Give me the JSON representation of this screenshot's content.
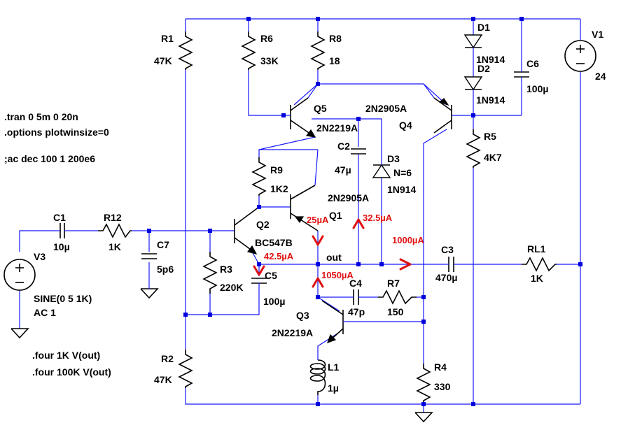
{
  "components": {
    "R1": {
      "name": "R1",
      "value": "47K"
    },
    "R2": {
      "name": "R2",
      "value": "47K"
    },
    "R3": {
      "name": "R3",
      "value": "220K"
    },
    "R4": {
      "name": "R4",
      "value": "330"
    },
    "R5": {
      "name": "R5",
      "value": "4K7"
    },
    "R6": {
      "name": "R6",
      "value": "33K"
    },
    "R7": {
      "name": "R7",
      "value": "150"
    },
    "R8": {
      "name": "R8",
      "value": "18"
    },
    "R9": {
      "name": "R9",
      "value": "1K2"
    },
    "R12": {
      "name": "R12",
      "value": "1K"
    },
    "RL1": {
      "name": "RL1",
      "value": "1K"
    },
    "C1": {
      "name": "C1",
      "value": "10µ"
    },
    "C2": {
      "name": "C2",
      "value": "47µ"
    },
    "C3": {
      "name": "C3",
      "value": "470µ"
    },
    "C4": {
      "name": "C4",
      "value": "47p"
    },
    "C5": {
      "name": "C5",
      "value": "100µ"
    },
    "C6": {
      "name": "C6",
      "value": "100µ"
    },
    "C7": {
      "name": "C7",
      "value": "5p6"
    },
    "L1": {
      "name": "L1",
      "value": "1µ"
    },
    "D1": {
      "name": "D1",
      "value": "1N914"
    },
    "D2": {
      "name": "D2",
      "value": "1N914"
    },
    "D3": {
      "name": "D3",
      "param": "N=6",
      "value": "1N914"
    },
    "Q1": {
      "name": "Q1",
      "value": "2N2905A"
    },
    "Q2": {
      "name": "Q2",
      "value": "BC547B"
    },
    "Q3": {
      "name": "Q3",
      "value": "2N2219A"
    },
    "Q4": {
      "name": "Q4",
      "value": "2N2905A"
    },
    "Q5": {
      "name": "Q5",
      "value": "2N2219A"
    },
    "V1": {
      "name": "V1",
      "value": "24"
    },
    "V3": {
      "name": "V3",
      "value": "SINE(0 5 1K)",
      "ac": "AC 1"
    }
  },
  "net_label": "out",
  "directives": {
    "tran": ".tran 0 5m 0 20n",
    "options": ".options plotwinsize=0",
    "ac": ";ac dec 100 1 200e6",
    "four1": ".four 1K V(out)",
    "four2": ".four 100K V(out)"
  },
  "currents": {
    "q1_emitter": "25µA",
    "d3": "32.5µA",
    "output": "1000µA",
    "q2_collector": "42.5µA",
    "q3_collector": "1050µA"
  },
  "colors": {
    "wire": "#1717ff",
    "junction": "#0000dd",
    "component": "#000000",
    "annotation": "#e01010",
    "background": "#ffffff"
  }
}
